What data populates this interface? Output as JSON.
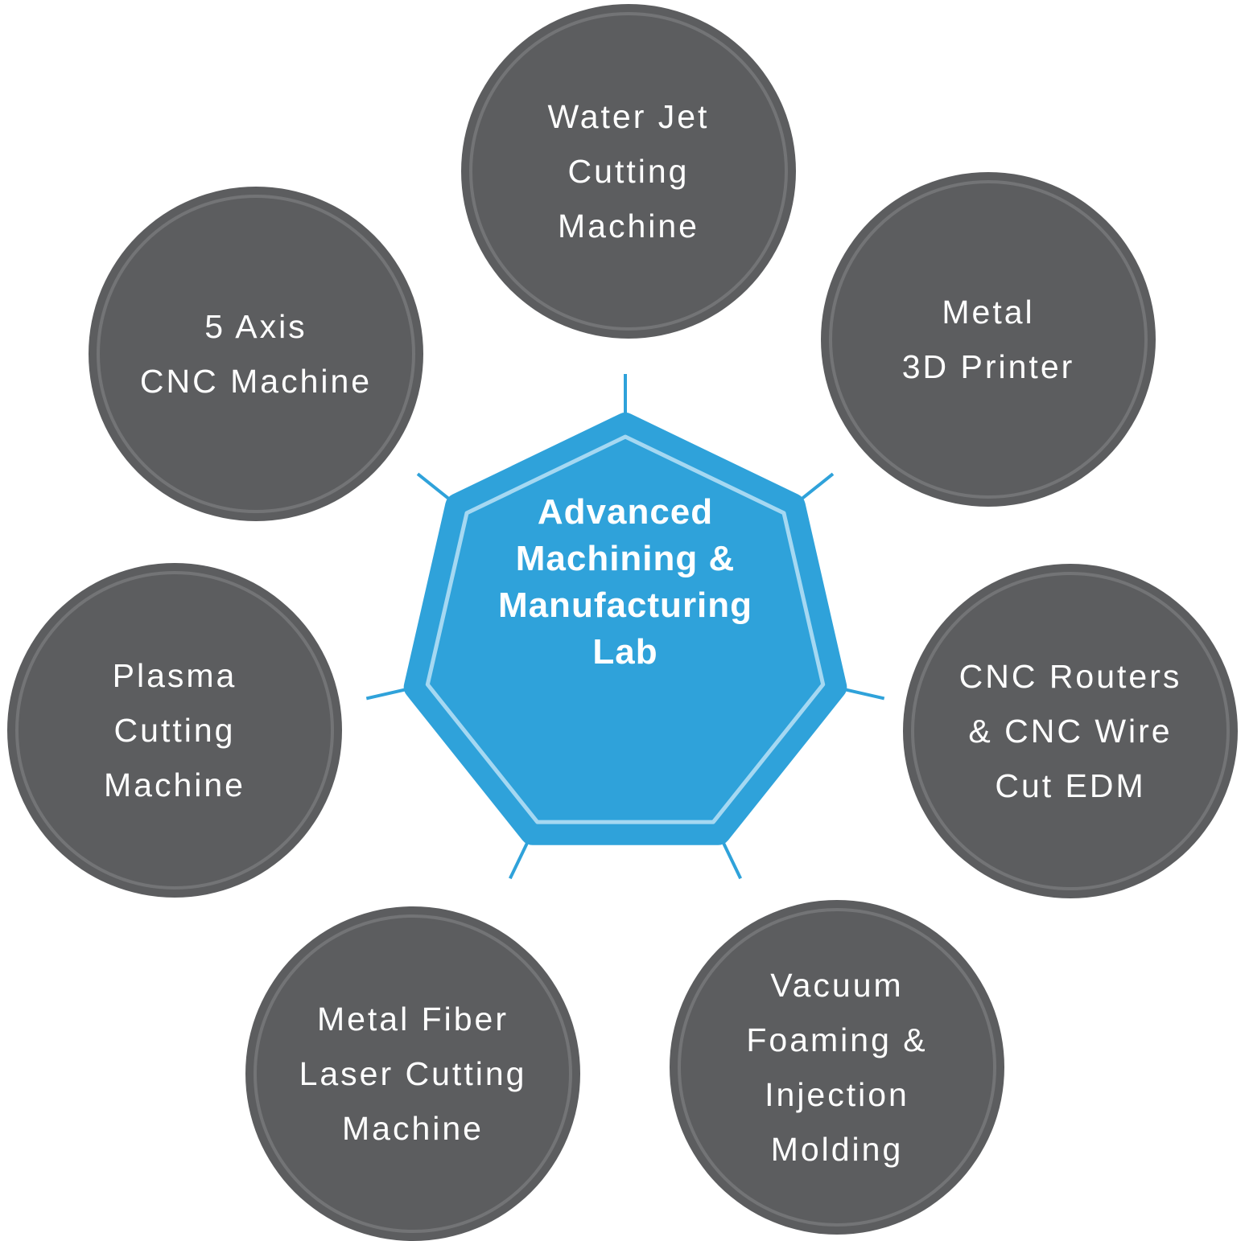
{
  "diagram": {
    "title_lines": [
      "Advanced",
      "Machining &",
      "Manufacturing",
      "Lab"
    ],
    "nodes": [
      {
        "id": "water-jet-cutting-machine",
        "lines": [
          "Water Jet",
          "Cutting",
          "Machine"
        ]
      },
      {
        "id": "metal-3d-printer",
        "lines": [
          "Metal",
          "3D Printer"
        ]
      },
      {
        "id": "cnc-routers-cnc-wire-cut-edm",
        "lines": [
          "CNC Routers",
          "& CNC Wire",
          "Cut EDM"
        ]
      },
      {
        "id": "vacuum-foaming-injection-molding",
        "lines": [
          "Vacuum",
          "Foaming &",
          "Injection",
          "Molding"
        ]
      },
      {
        "id": "metal-fiber-laser-cutting-machine",
        "lines": [
          "Metal Fiber",
          "Laser Cutting",
          "Machine"
        ]
      },
      {
        "id": "plasma-cutting-machine",
        "lines": [
          "Plasma",
          "Cutting",
          "Machine"
        ]
      },
      {
        "id": "5-axis-cnc-machine",
        "lines": [
          "5 Axis",
          "CNC Machine"
        ]
      }
    ],
    "colors": {
      "node_fill": "#5C5D5F",
      "node_ring": "#737476",
      "center_fill": "#2FA2DA",
      "center_inner_line": "#A5D8F2",
      "text": "#FFFFFF",
      "background": "#FFFFFF"
    }
  }
}
